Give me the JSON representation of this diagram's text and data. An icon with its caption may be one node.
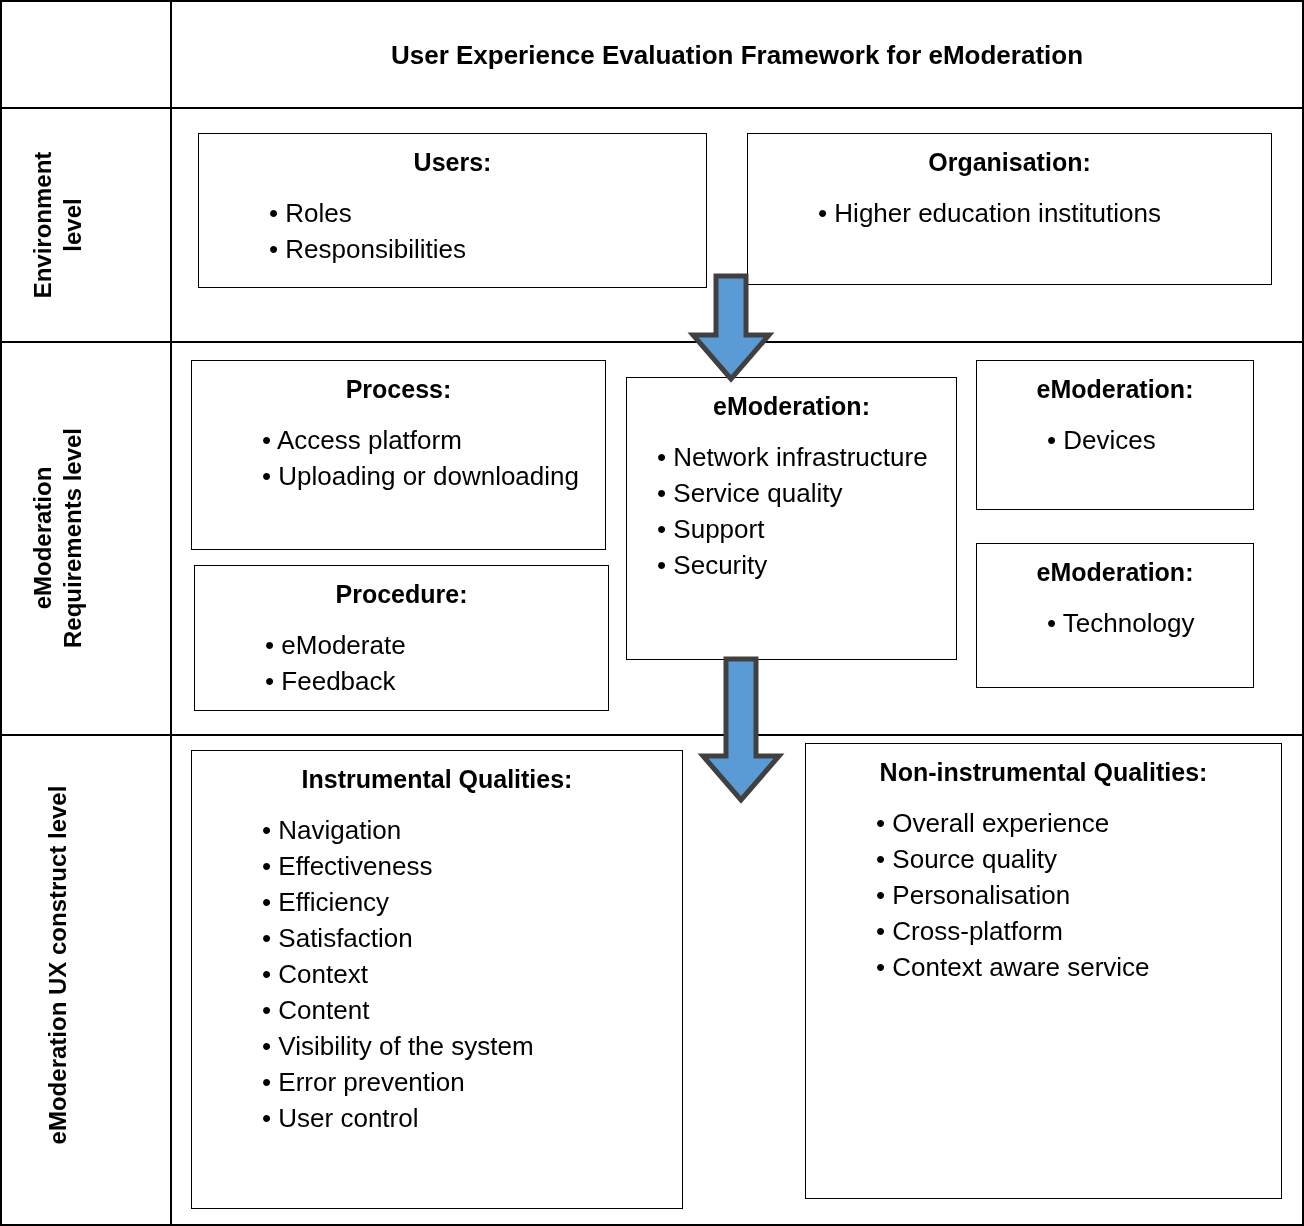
{
  "diagram": {
    "title": "User Experience Evaluation Framework for eModeration",
    "nodes": [
      {
        "text": [
          "Users:",
          "• Roles",
          "• Responsibilities"
        ]
      },
      {
        "text": [
          "Organisation:",
          "• Higher education institutions"
        ]
      },
      {
        "text": [
          "Process:",
          "• Access platform",
          "• Uploading or downloading"
        ]
      },
      {
        "text": [
          "Procedure:",
          "• eModerate",
          "• Feedback"
        ]
      },
      {
        "text": [
          "eModeration:",
          "• Network infrastructure",
          "• Service quality",
          "• Support",
          "• Security"
        ]
      },
      {
        "text": [
          "eModeration:",
          "• Devices"
        ]
      },
      {
        "text": [
          "eModeration:",
          "• Technology"
        ]
      },
      {
        "text": [
          "Instrumental Qualities:",
          "• Navigation",
          "• Effectiveness",
          "• Efficiency",
          "• Satisfaction",
          "• Context",
          "• Content",
          "• Visibility of the system",
          "• Error prevention",
          "• User control"
        ]
      },
      {
        "text": [
          "Non-instrumental Qualities:",
          "• Overall experience",
          "• Source quality",
          "• Personalisation",
          "• Cross-platform",
          "• Context aware service"
        ]
      }
    ],
    "edges": [
      {
        "from": 0,
        "to": 4,
        "arrow": "to"
      },
      {
        "from": 4,
        "to": 8,
        "arrow": "to"
      }
    ],
    "labels": [
      "Environment level",
      "eModeration Requirements level",
      "eModeration UX construct level"
    ]
  }
}
